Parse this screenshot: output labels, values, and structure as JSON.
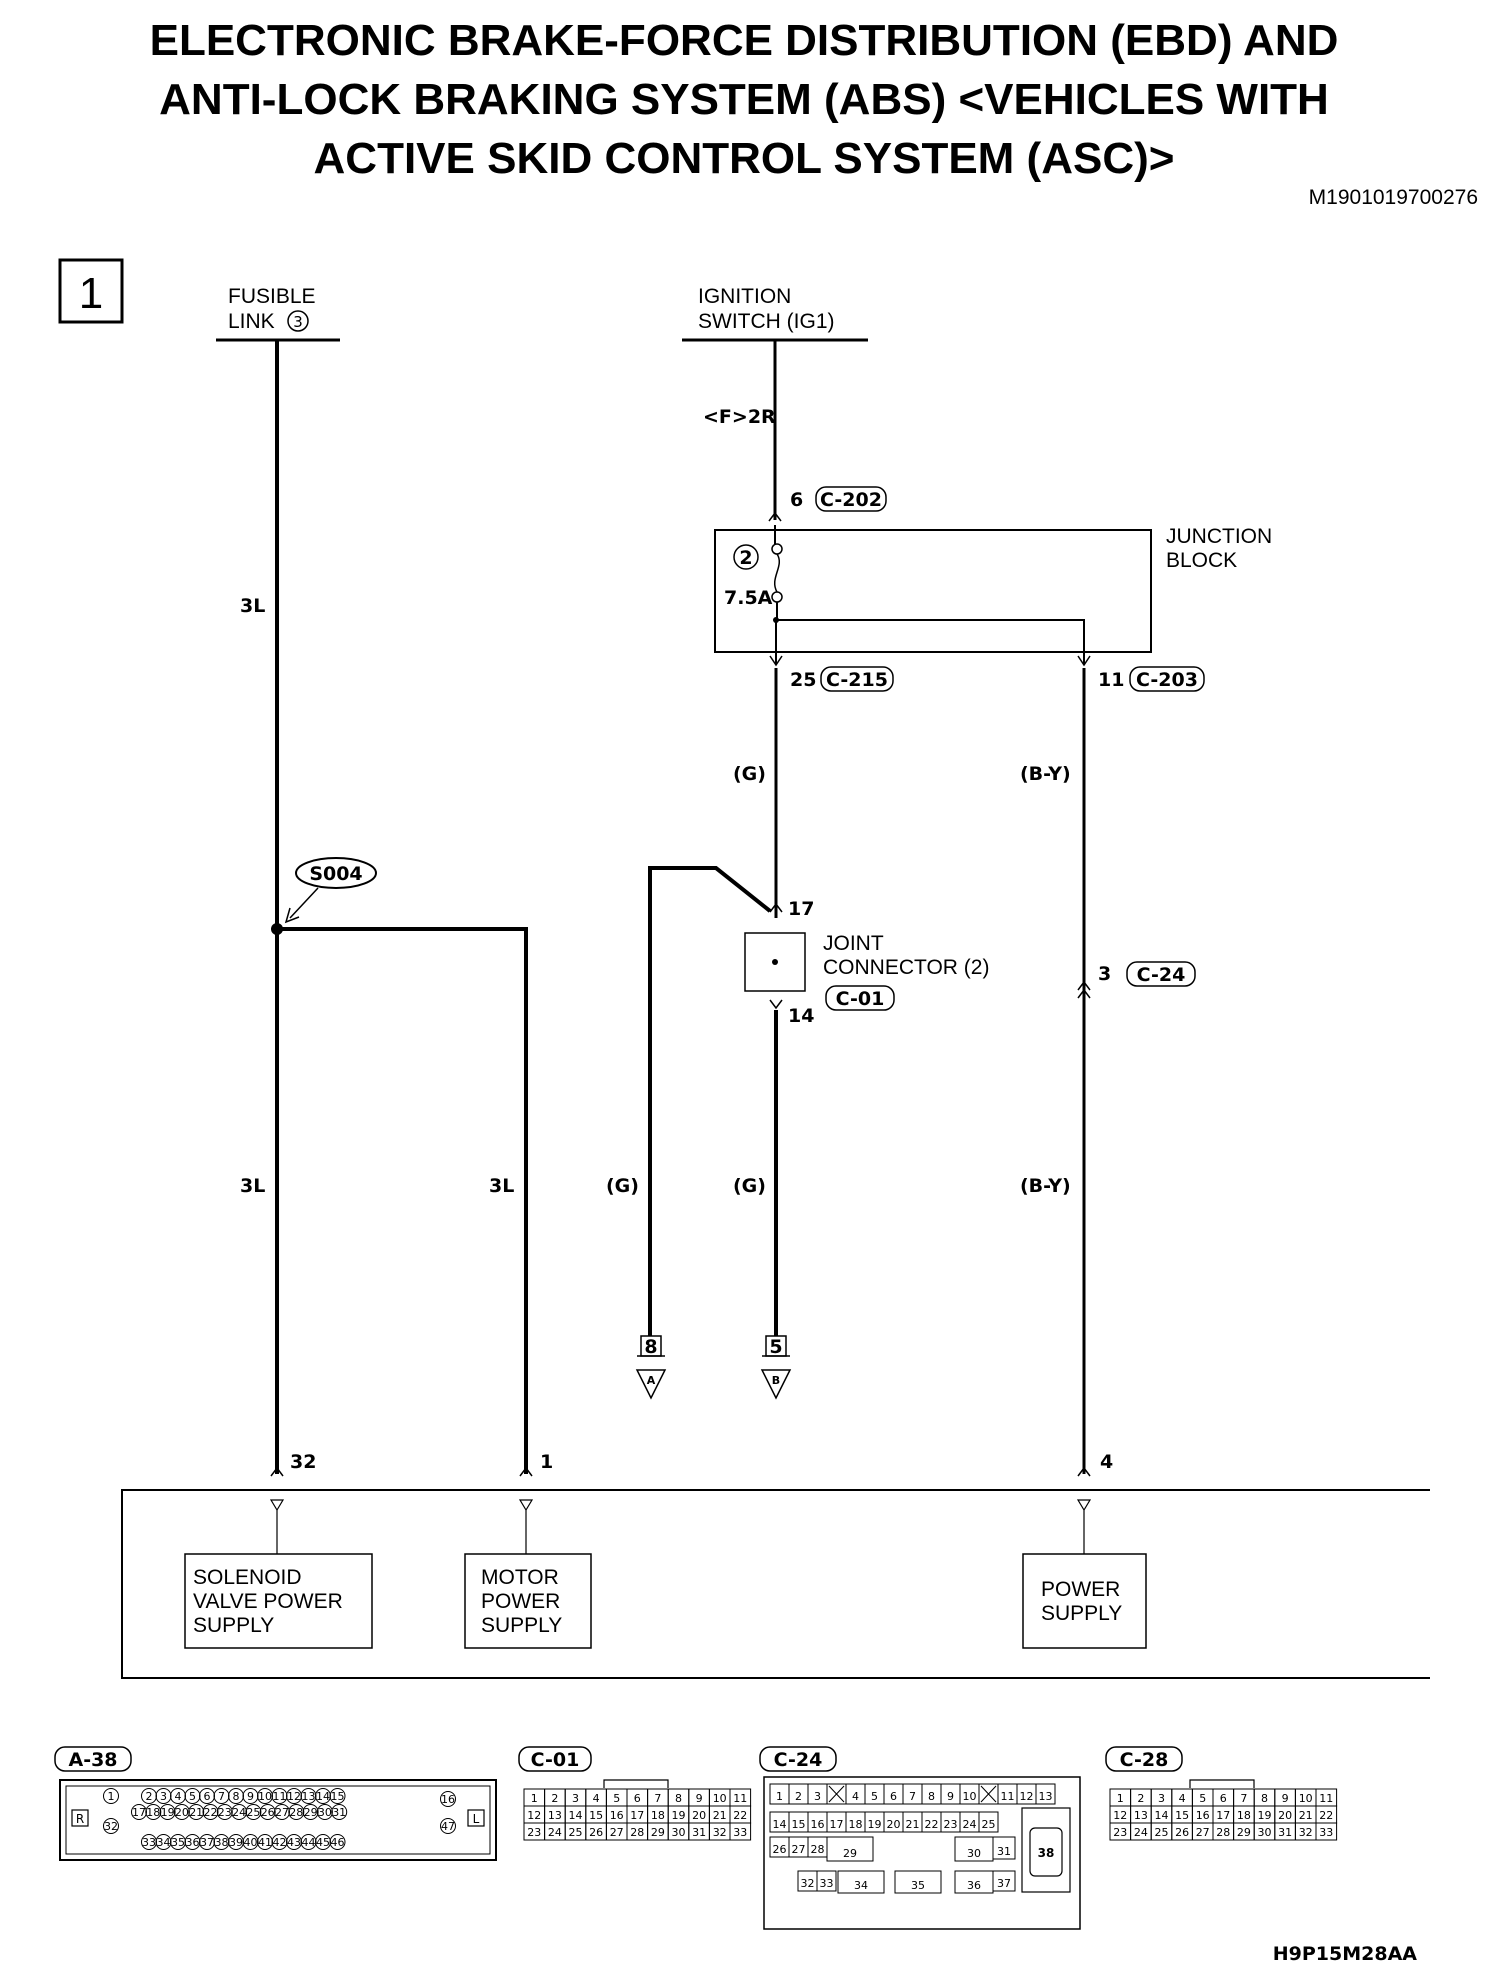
{
  "title": {
    "line1": "ELECTRONIC BRAKE-FORCE DISTRIBUTION (EBD) AND",
    "line2": "ANTI-LOCK BRAKING SYSTEM (ABS) <VEHICLES WITH",
    "line3": "ACTIVE SKID CONTROL SYSTEM (ASC)>"
  },
  "doc_id": "M1901019700276",
  "footer_id": "H9P15M28AA",
  "page_number": "1",
  "sources": {
    "fusible_link_line1": "FUSIBLE",
    "fusible_link_line2": "LINK",
    "fusible_link_num": "3",
    "ignition_line1": "IGNITION",
    "ignition_line2": "SWITCH (IG1)"
  },
  "labels": {
    "f2r": "<F>2R",
    "junction_block_line1": "JUNCTION",
    "junction_block_line2": "BLOCK",
    "fuse_num": "2",
    "fuse_rating": "7.5A",
    "joint_connector_line1": "JOINT",
    "joint_connector_line2": "CONNECTOR (2)",
    "splice": "S004"
  },
  "wires": {
    "w_3l_top": "3L",
    "w_3l_left": "3L",
    "w_3l_right": "3L",
    "w_g_top": "(G)",
    "w_g_left": "(G)",
    "w_g_mid": "(G)",
    "w_by_top": "(B-Y)",
    "w_by_bottom": "(B-Y)"
  },
  "connectors": {
    "c202_pin": "6",
    "c202": "C-202",
    "c215_pin": "25",
    "c215": "C-215",
    "c203_pin": "11",
    "c203": "C-203",
    "c01_pin_in": "17",
    "c01_pin_out": "14",
    "c01": "C-01",
    "c24_pin": "3",
    "c24": "C-24"
  },
  "offpage": {
    "a_num": "8",
    "a_letter": "A",
    "b_num": "5",
    "b_letter": "B"
  },
  "ecu_pins": {
    "p32": "32",
    "p1": "1",
    "p4": "4"
  },
  "ecu_blocks": {
    "solenoid": [
      "SOLENOID",
      "VALVE POWER",
      "SUPPLY"
    ],
    "motor": [
      "MOTOR",
      "POWER",
      "SUPPLY"
    ],
    "power": [
      "POWER",
      "SUPPLY"
    ]
  },
  "connector_views": {
    "a38": {
      "label": "A-38",
      "r": "R",
      "l": "L",
      "row1_left": [
        "1"
      ],
      "row1": [
        "2",
        "3",
        "4",
        "5",
        "6",
        "7",
        "8",
        "9",
        "10",
        "11",
        "12",
        "13",
        "14",
        "15"
      ],
      "row1_right": [
        "16"
      ],
      "row2_left": [
        "32"
      ],
      "row2": [
        "17",
        "18",
        "19",
        "20",
        "21",
        "22",
        "23",
        "24",
        "25",
        "26",
        "27",
        "28",
        "29",
        "30",
        "31"
      ],
      "row2_right": [
        "47"
      ],
      "row3": [
        "33",
        "34",
        "35",
        "36",
        "37",
        "38",
        "39",
        "40",
        "41",
        "42",
        "43",
        "44",
        "45",
        "46"
      ]
    },
    "c01": {
      "label": "C-01",
      "row1": [
        "1",
        "2",
        "3",
        "4",
        "5",
        "6",
        "7",
        "8",
        "9",
        "10",
        "11"
      ],
      "row2": [
        "12",
        "13",
        "14",
        "15",
        "16",
        "17",
        "18",
        "19",
        "20",
        "21",
        "22"
      ],
      "row3": [
        "23",
        "24",
        "25",
        "26",
        "27",
        "28",
        "29",
        "30",
        "31",
        "32",
        "33"
      ]
    },
    "c24": {
      "label": "C-24",
      "row1": [
        "1",
        "2",
        "3",
        "",
        "4",
        "5",
        "6",
        "7",
        "8",
        "9",
        "10",
        "",
        "11",
        "12",
        "13"
      ],
      "row2": [
        "14",
        "15",
        "16",
        "17",
        "18",
        "19",
        "20",
        "21",
        "22",
        "23",
        "24",
        "25"
      ],
      "row3": [
        "26",
        "27",
        "28",
        "29",
        "30",
        "31"
      ],
      "row4": [
        "32",
        "33",
        "34",
        "35",
        "36",
        "37"
      ],
      "big": "38"
    },
    "c28": {
      "label": "C-28",
      "row1": [
        "1",
        "2",
        "3",
        "4",
        "5",
        "6",
        "7",
        "8",
        "9",
        "10",
        "11"
      ],
      "row2": [
        "12",
        "13",
        "14",
        "15",
        "16",
        "17",
        "18",
        "19",
        "20",
        "21",
        "22"
      ],
      "row3": [
        "23",
        "24",
        "25",
        "26",
        "27",
        "28",
        "29",
        "30",
        "31",
        "32",
        "33"
      ]
    }
  }
}
